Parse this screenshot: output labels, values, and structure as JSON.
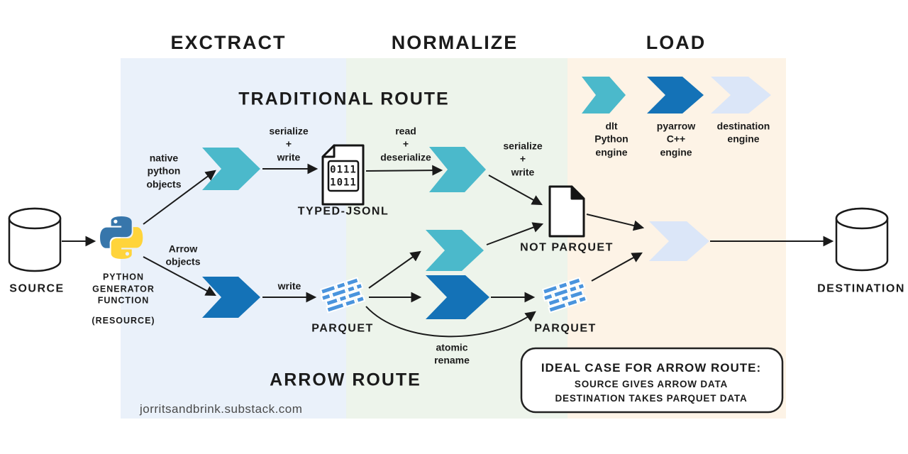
{
  "headers": {
    "extract": "EXCTRACT",
    "normalize": "NORMALIZE",
    "load": "LOAD"
  },
  "routes": {
    "traditional": "TRADITIONAL ROUTE",
    "arrow": "ARROW ROUTE"
  },
  "nodes": {
    "source": "SOURCE",
    "destination": "DESTINATION",
    "python_function": "PYTHON\nGENERATOR\nFUNCTION",
    "resource": "(RESOURCE)",
    "typed_jsonl": "TYPED-JSONL",
    "typed_jsonl_bits": "0111\n1011",
    "not_parquet": "NOT PARQUET",
    "parquet_left": "PARQUET",
    "parquet_right": "PARQUET"
  },
  "edge_labels": {
    "native_objects": "native\npython\nobjects",
    "serialize_write_top": "serialize\n+\nwrite",
    "read_deserialize": "read\n+\ndeserialize",
    "serialize_write_right": "serialize\n+\nwrite",
    "arrow_objects": "Arrow\nobjects",
    "write": "write",
    "atomic_rename": "atomic\nrename"
  },
  "legend": {
    "dlt": "dlt\nPython\nengine",
    "pyarrow": "pyarrow\nC++\nengine",
    "destination": "destination\nengine"
  },
  "callout": {
    "title": "IDEAL CASE FOR ARROW ROUTE:",
    "line1": "SOURCE GIVES ARROW DATA",
    "line2": "DESTINATION TAKES PARQUET DATA"
  },
  "watermark": "jorritsandbrink.substack.com",
  "colors": {
    "engine_dlt": "#4bb9cb",
    "engine_pyarrow": "#1472b7",
    "engine_destination": "#dbe6f8",
    "column_extract": "#eaf1fa",
    "column_normalize": "#edf4eb",
    "column_load": "#fdf3e6",
    "parquet_brick": "#4a94dd",
    "python_blue": "#3776ab",
    "python_yellow": "#ffd43b"
  }
}
